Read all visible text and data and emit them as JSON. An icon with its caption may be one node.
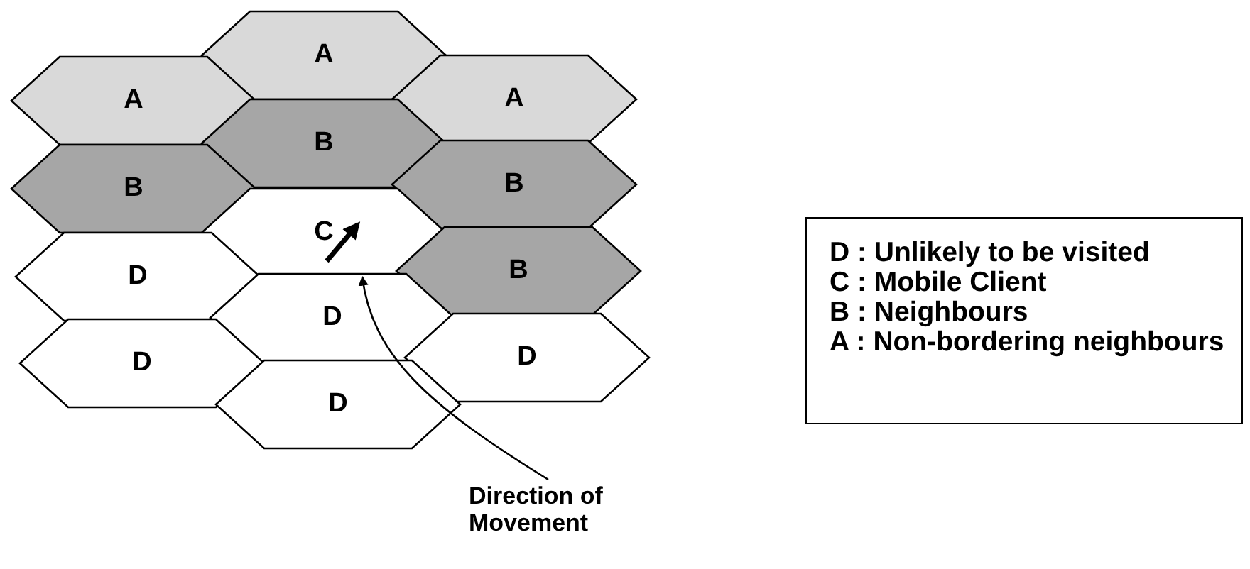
{
  "diagram": {
    "nodes": [
      {
        "text": [
          "A"
        ]
      },
      {
        "text": [
          "A"
        ]
      },
      {
        "text": [
          "A"
        ]
      },
      {
        "text": [
          "B"
        ]
      },
      {
        "text": [
          "B"
        ]
      },
      {
        "text": [
          "B"
        ]
      },
      {
        "text": [
          "C"
        ]
      },
      {
        "text": [
          "B"
        ]
      },
      {
        "text": [
          "D"
        ]
      },
      {
        "text": [
          "D"
        ]
      },
      {
        "text": [
          "D"
        ]
      },
      {
        "text": [
          "D"
        ]
      },
      {
        "text": [
          "D"
        ]
      },
      {
        "text": [
          "Direction of Movement"
        ]
      },
      {
        "text": [
          "D : Unlikely to be visited",
          "C : Mobile Client",
          "B : Neighbours",
          "A : Non-bordering neighbours"
        ]
      }
    ],
    "edges": [
      {
        "from": 13,
        "to": 6,
        "arrow": "to"
      }
    ]
  }
}
